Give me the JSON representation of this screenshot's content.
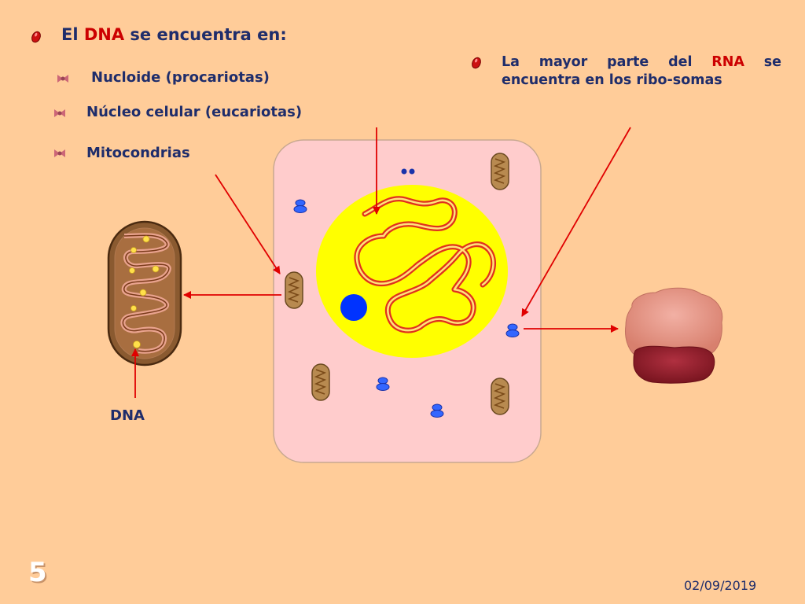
{
  "heading": {
    "prefix": "El ",
    "highlight": "DNA",
    "suffix": " se encuentra en:"
  },
  "locations": [
    {
      "label": "Nucloide (procariotas)"
    },
    {
      "label": "Núcleo celular (eucariotas)"
    },
    {
      "label": "Mitocondrias"
    }
  ],
  "rna_note": {
    "prefix": "La mayor parte del ",
    "highlight": "RNA",
    "suffix": " se encuentra en los ribo-somas"
  },
  "labels": {
    "dna": "DNA"
  },
  "footer": {
    "slide_number": "5",
    "date": "02/09/2019"
  },
  "colors": {
    "background": "#FFCC99",
    "text": "#1F2D6B",
    "highlight": "#CC0000",
    "cell_cytoplasm": "#FFCCCC",
    "nucleus": "#FFFF00",
    "chromatin": "#E0301E",
    "nucleolus": "#0033FF",
    "mitochondrion": "#A0703C",
    "arrow": "#E00000"
  },
  "icons": {
    "heading_bullet": "red-bean-bullet-icon",
    "item_bullet": "pink-bow-bullet-icon"
  }
}
